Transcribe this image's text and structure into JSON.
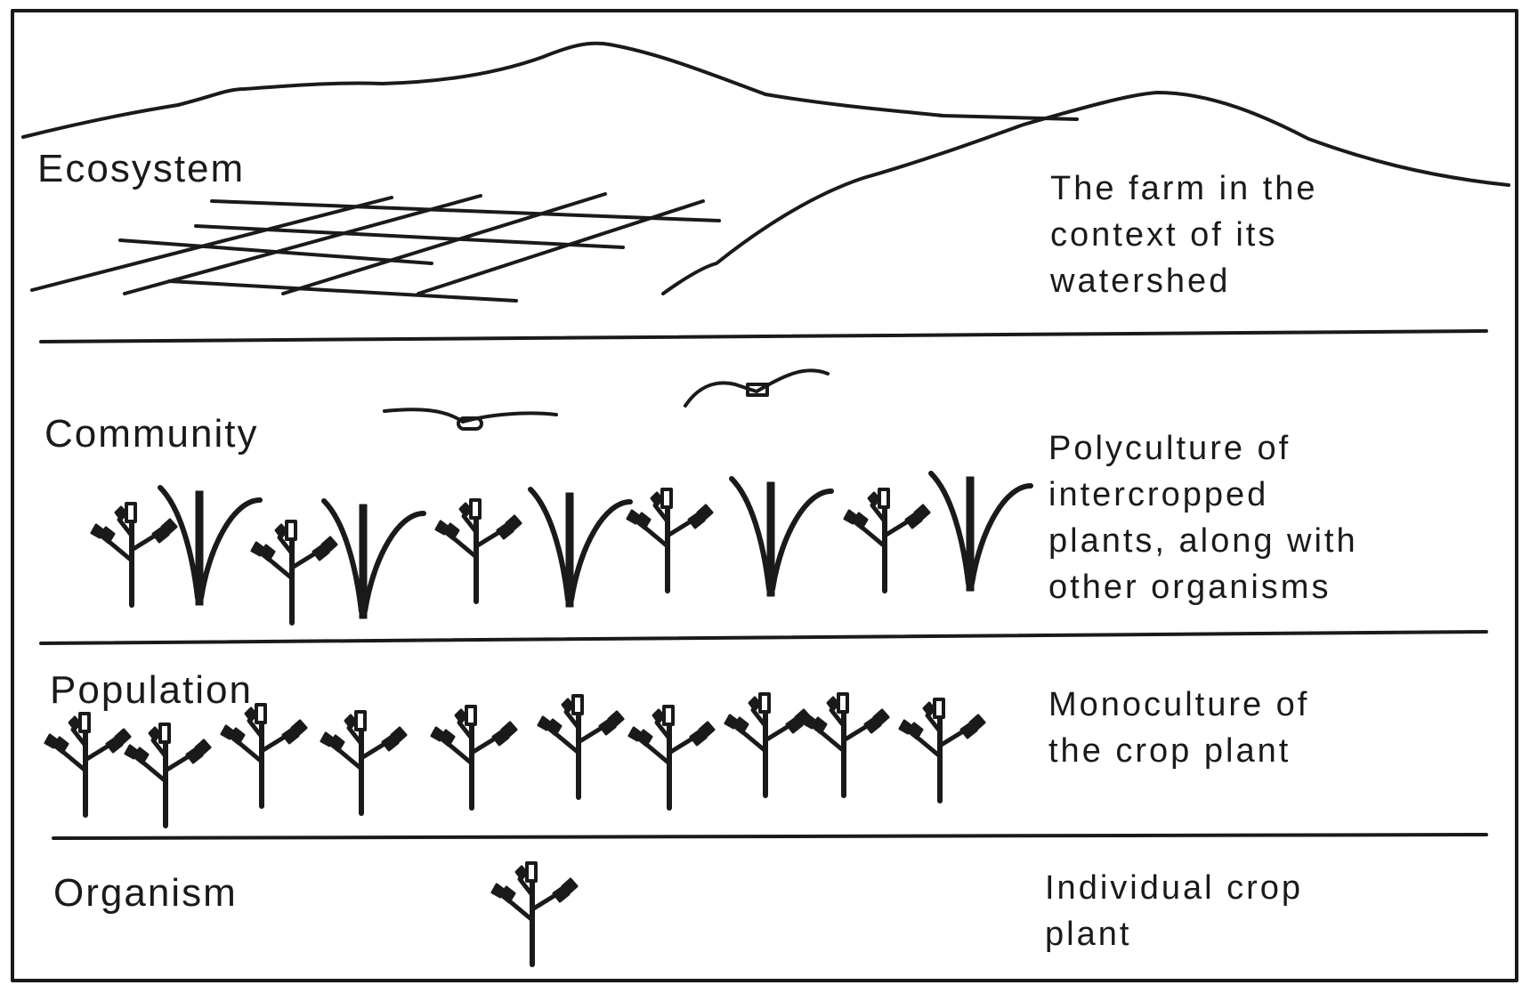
{
  "levels": [
    {
      "key": "ecosystem",
      "name": "Ecosystem",
      "description_lines": [
        "The farm in the",
        "context of its",
        "watershed"
      ]
    },
    {
      "key": "community",
      "name": "Community",
      "description_lines": [
        "Polyculture of",
        "intercropped",
        "plants, along with",
        "other organisms"
      ]
    },
    {
      "key": "population",
      "name": "Population",
      "description_lines": [
        "Monoculture of",
        "the crop plant"
      ]
    },
    {
      "key": "organism",
      "name": "Organism",
      "description_lines": [
        "Individual crop",
        "plant"
      ]
    }
  ],
  "colors": {
    "ink": "#1a1a1a",
    "background": "#ffffff"
  },
  "icons": [
    "mountain-icon",
    "field-grid-icon",
    "bird-icon",
    "crop-plant-icon",
    "grass-plant-icon"
  ]
}
